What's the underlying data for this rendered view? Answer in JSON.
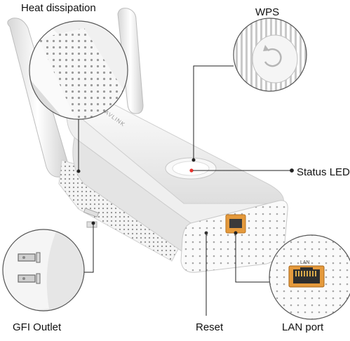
{
  "labels": {
    "heat_dissipation": "Heat dissipation",
    "wps": "WPS",
    "status_led": "Status LED",
    "gfi_outlet": "GFI Outlet",
    "reset": "Reset",
    "lan_port": "LAN port"
  },
  "inset_text": {
    "lan": "LAN"
  },
  "device": {
    "brand": "WAVLINK"
  },
  "colors": {
    "body": "#f2f2f2",
    "shadow": "#c9c9c9",
    "leader_line": "#222222",
    "status_led": "#e8322d",
    "port_orange": "#e59a3c"
  }
}
